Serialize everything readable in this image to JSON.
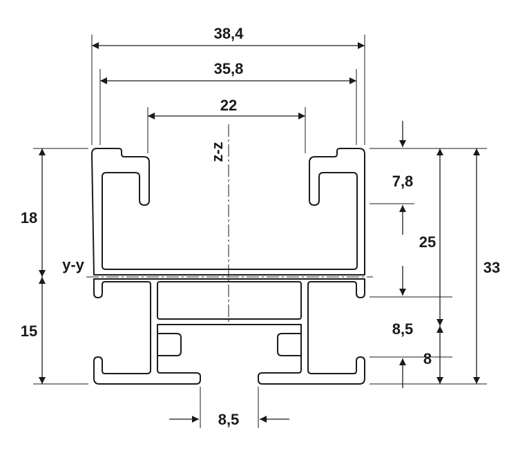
{
  "diagram": {
    "dimensions": {
      "overall_width": "38,4",
      "inner_width": "35,8",
      "slot_span": "22",
      "top_height": "18",
      "bottom_height": "15",
      "slot_depth_right": "7,8",
      "height_25": "25",
      "height_33": "33",
      "height_8_5_right": "8,5",
      "height_8": "8",
      "bottom_opening": "8,5"
    },
    "axes": {
      "vertical_axis": "z-z",
      "horizontal_axis": "y-y"
    },
    "colors": {
      "line": "#1a1a1a",
      "background": "#ffffff"
    }
  }
}
